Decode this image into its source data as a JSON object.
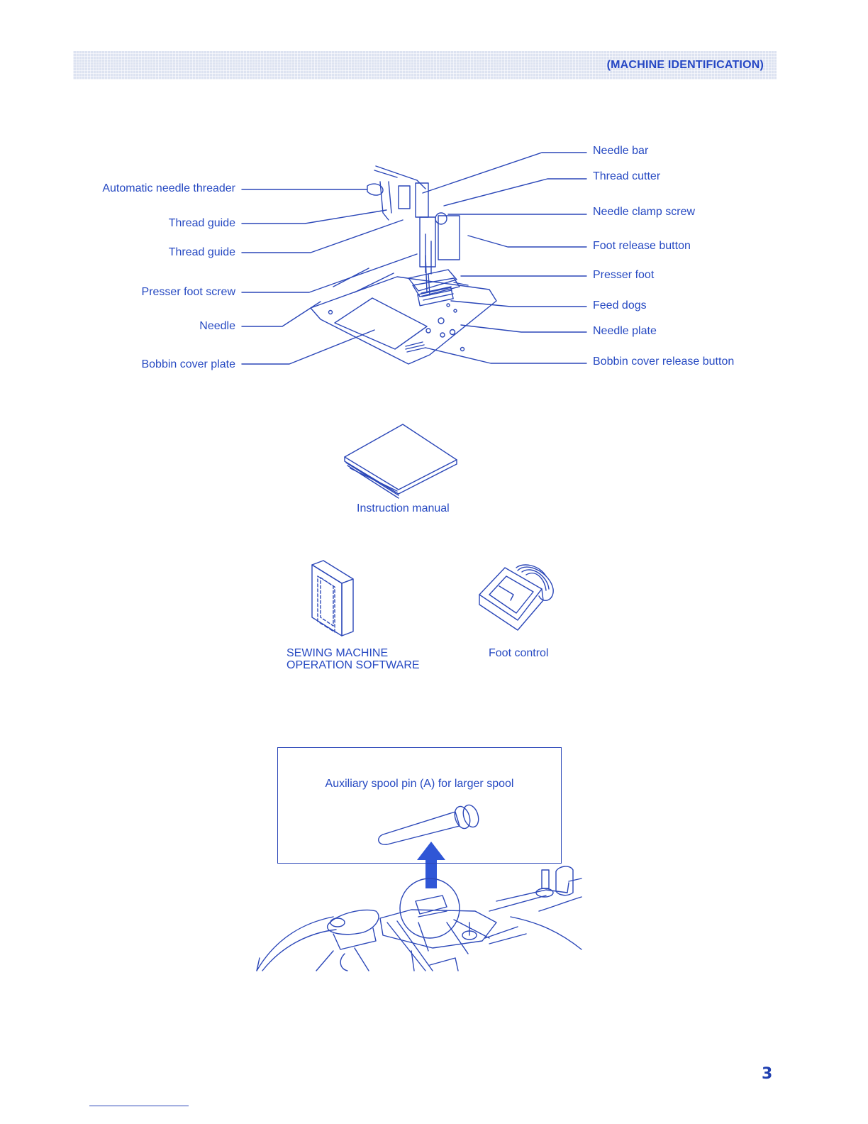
{
  "header": {
    "title": "(MACHINE IDENTIFICATION)"
  },
  "machine_parts": {
    "left": [
      "Automatic needle threader",
      "Thread guide",
      "Thread guide",
      "Presser foot screw",
      "Needle",
      "Bobbin cover plate"
    ],
    "right": [
      "Needle bar",
      "Thread cutter",
      "Needle clamp screw",
      "Foot release button",
      "Presser foot",
      "Feed dogs",
      "Needle plate",
      "Bobbin cover release button"
    ]
  },
  "accessories": {
    "manual": "Instruction manual",
    "software_line1": "SEWING MACHINE",
    "software_line2": "OPERATION SOFTWARE",
    "foot_control": "Foot control"
  },
  "auxiliary": {
    "label": "Auxiliary spool pin (A) for larger spool"
  },
  "page": {
    "number": "3"
  },
  "colors": {
    "ink": "#1e3fb4",
    "header_bg": "#dde3f1",
    "arrow": "#2f56d6"
  }
}
